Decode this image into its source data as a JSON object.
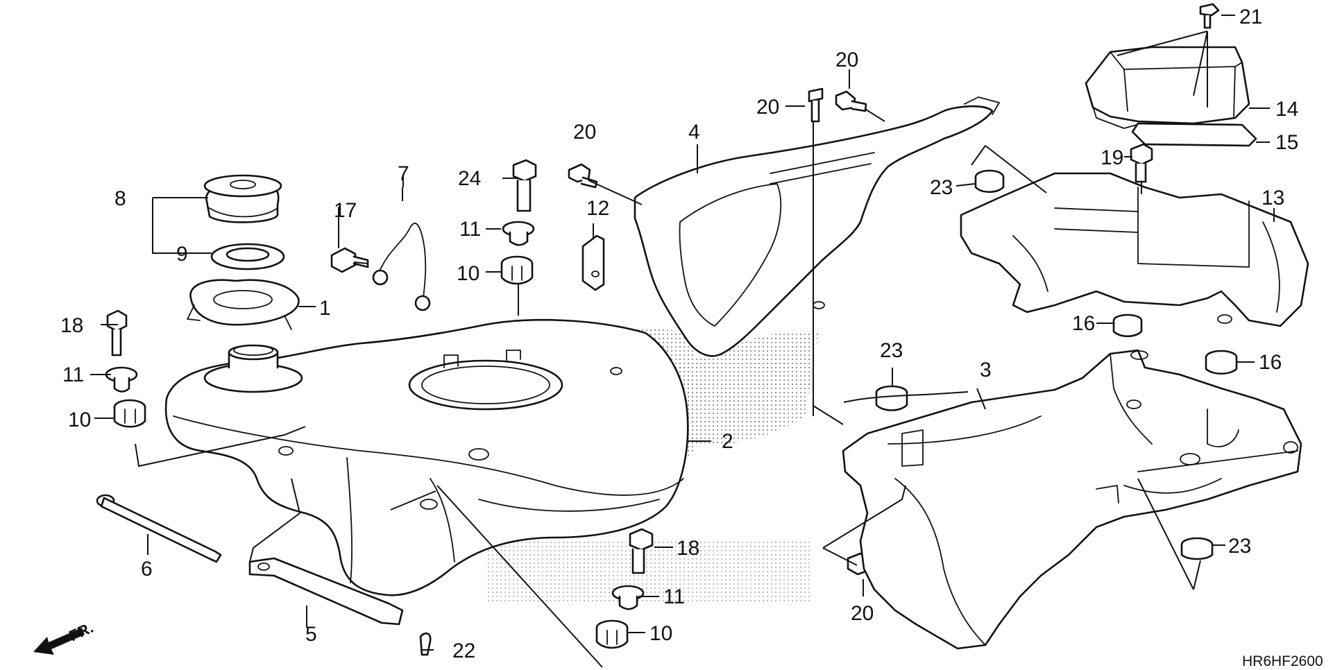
{
  "diagram_code": "HR6HF2600",
  "front_marker_label": "FR.",
  "callouts": {
    "c1": "1",
    "c2": "2",
    "c3": "3",
    "c4": "4",
    "c5": "5",
    "c6": "6",
    "c7": "7",
    "c8": "8",
    "c9": "9",
    "c10a": "10",
    "c10b": "10",
    "c10c": "10",
    "c11a": "11",
    "c11b": "11",
    "c11c": "11",
    "c12": "12",
    "c13": "13",
    "c14": "14",
    "c15": "15",
    "c16a": "16",
    "c16b": "16",
    "c17": "17",
    "c18a": "18",
    "c18b": "18",
    "c19": "19",
    "c20a": "20",
    "c20b": "20",
    "c20c": "20",
    "c20d": "20",
    "c21": "21",
    "c22": "22",
    "c23a": "23",
    "c23b": "23",
    "c23c": "23",
    "c24": "24"
  },
  "colors": {
    "line": "#111111",
    "background": "#ffffff",
    "stipple": "#888888"
  }
}
